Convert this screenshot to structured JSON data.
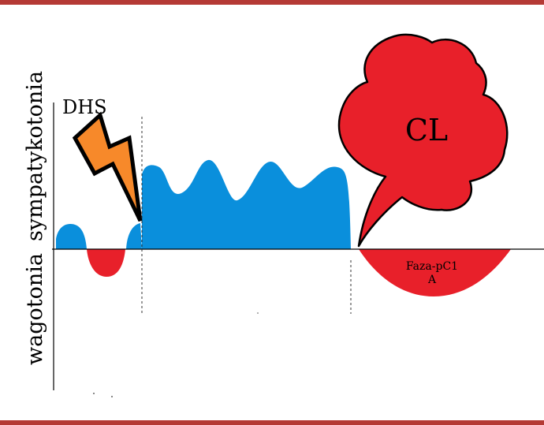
{
  "labels": {
    "sympatykotonia": "sympatykotonia",
    "wagotonia": "wagotonia",
    "dhs": "DHS",
    "cl": "CL",
    "faza_line1": "Faza-pC1",
    "faza_line2": "A"
  },
  "colors": {
    "frame": "#b53a35",
    "blue": "#0a8fdc",
    "red": "#e8202a",
    "lightning": "#f7892a",
    "axis": "#000000"
  }
}
